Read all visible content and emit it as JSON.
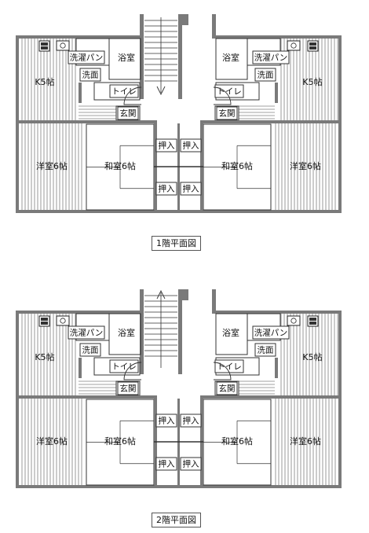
{
  "floors": [
    {
      "caption": "1階平面図",
      "stair_arrow": "down",
      "rooms": {
        "left": {
          "kitchen": "K5帖",
          "western": "洋室6帖",
          "japanese": "和室6帖",
          "bath": "浴室",
          "laundry": "洗濯パン",
          "washroom": "洗面",
          "toilet": "トイレ",
          "entrance": "玄関"
        },
        "right": {
          "kitchen": "K5帖",
          "western": "洋室6帖",
          "japanese": "和室6帖",
          "bath": "浴室",
          "laundry": "洗濯パン",
          "washroom": "洗面",
          "toilet": "トイレ",
          "entrance": "玄関"
        },
        "closets": [
          "押入",
          "押入",
          "押入",
          "押入"
        ]
      }
    },
    {
      "caption": "2階平面図",
      "stair_arrow": "up",
      "rooms": {
        "left": {
          "kitchen": "K5帖",
          "western": "洋室6帖",
          "japanese": "和室6帖",
          "bath": "浴室",
          "laundry": "洗濯パン",
          "washroom": "洗面",
          "toilet": "トイレ",
          "entrance": "玄関"
        },
        "right": {
          "kitchen": "K5帖",
          "western": "洋室6帖",
          "japanese": "和室6帖",
          "bath": "浴室",
          "laundry": "洗濯パン",
          "washroom": "洗面",
          "toilet": "トイレ",
          "entrance": "玄関"
        },
        "closets": [
          "押入",
          "押入",
          "押入",
          "押入"
        ]
      }
    }
  ]
}
